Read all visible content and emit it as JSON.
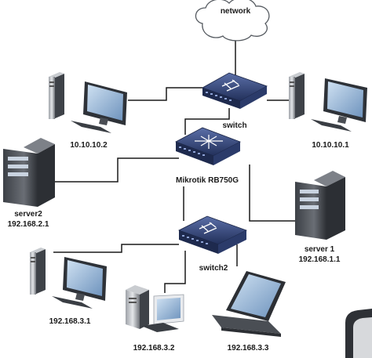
{
  "nodes": {
    "cloud": {
      "label": "network"
    },
    "switch_top": {
      "label": "switch"
    },
    "router": {
      "label": "Mikrotik RB750G"
    },
    "switch_bottom": {
      "label": "switch2"
    },
    "pc_top_left": {
      "label": "10.10.10.2"
    },
    "pc_top_right": {
      "label": "10.10.10.1"
    },
    "server2": {
      "name": "server2",
      "ip": "192.168.2.1"
    },
    "server1": {
      "name": "server 1",
      "ip": "192.168.1.1"
    },
    "pc_3_1": {
      "label": "192.168.3.1"
    },
    "pc_3_2": {
      "label": "192.168.3.2"
    },
    "laptop_3_3": {
      "label": "192.168.3.3"
    }
  },
  "colors": {
    "link": "#1a1a1a",
    "switch_body": "#2a3c6e",
    "device_body": "#5a5e64",
    "screen": "#8fb3d6"
  }
}
